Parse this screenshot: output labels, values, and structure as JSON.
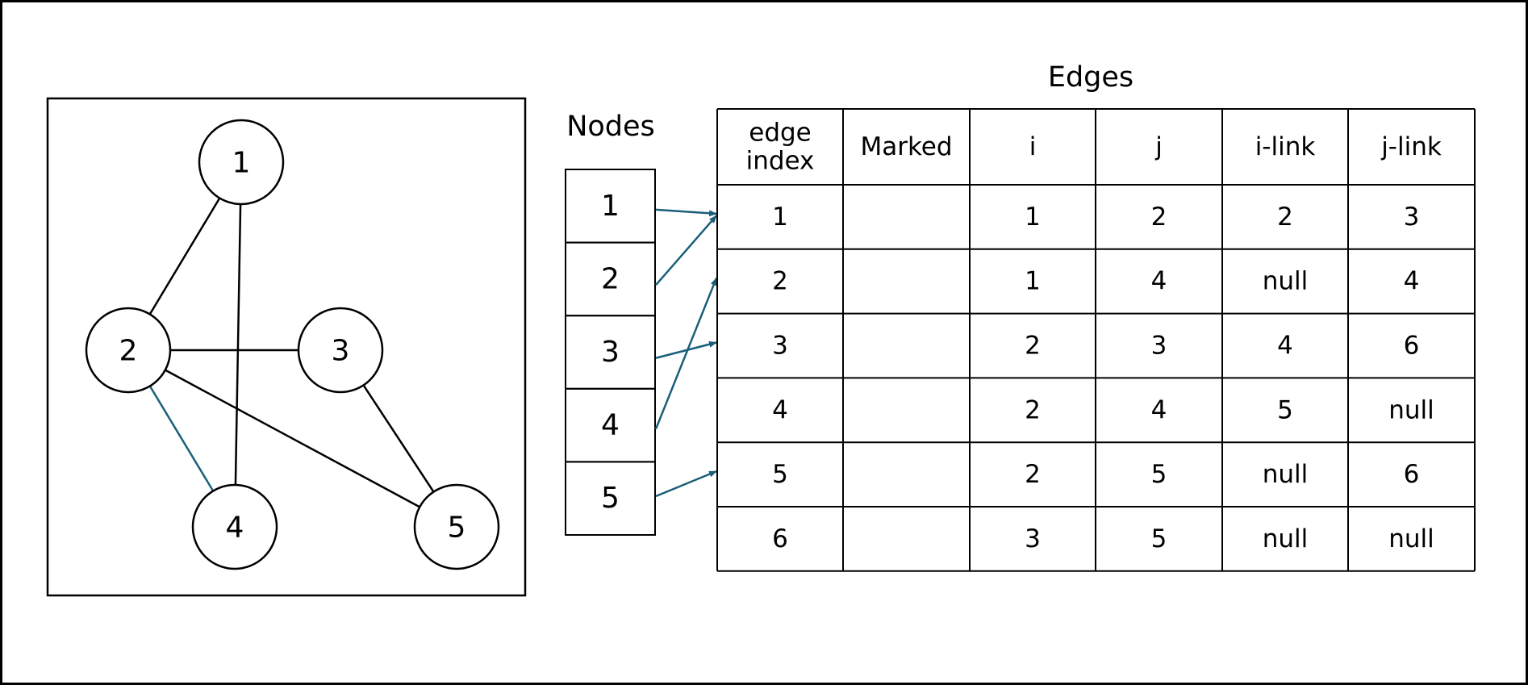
{
  "colors": {
    "ink": "#000000",
    "accent": "#1a5f7a",
    "background": "#ffffff"
  },
  "graph": {
    "nodes": [
      "1",
      "2",
      "3",
      "4",
      "5"
    ],
    "edges": [
      {
        "from": "1",
        "to": "2",
        "highlighted": false
      },
      {
        "from": "1",
        "to": "4",
        "highlighted": false
      },
      {
        "from": "2",
        "to": "3",
        "highlighted": false
      },
      {
        "from": "2",
        "to": "4",
        "highlighted": true
      },
      {
        "from": "2",
        "to": "5",
        "highlighted": false
      },
      {
        "from": "3",
        "to": "5",
        "highlighted": false
      }
    ]
  },
  "nodes_table": {
    "title": "Nodes",
    "items": [
      "1",
      "2",
      "3",
      "4",
      "5"
    ],
    "pointers": [
      {
        "node": "1",
        "edge": "1"
      },
      {
        "node": "2",
        "edge": "1"
      },
      {
        "node": "3",
        "edge": "3"
      },
      {
        "node": "4",
        "edge": "2"
      },
      {
        "node": "5",
        "edge": "5"
      }
    ]
  },
  "edges_table": {
    "title": "Edges",
    "columns": [
      "edge\nindex",
      "Marked",
      "i",
      "j",
      "i-link",
      "j-link"
    ],
    "rows": [
      [
        "1",
        "",
        "1",
        "2",
        "2",
        "3"
      ],
      [
        "2",
        "",
        "1",
        "4",
        "null",
        "4"
      ],
      [
        "3",
        "",
        "2",
        "3",
        "4",
        "6"
      ],
      [
        "4",
        "",
        "2",
        "4",
        "5",
        "null"
      ],
      [
        "5",
        "",
        "2",
        "5",
        "null",
        "6"
      ],
      [
        "6",
        "",
        "3",
        "5",
        "null",
        "null"
      ]
    ]
  }
}
